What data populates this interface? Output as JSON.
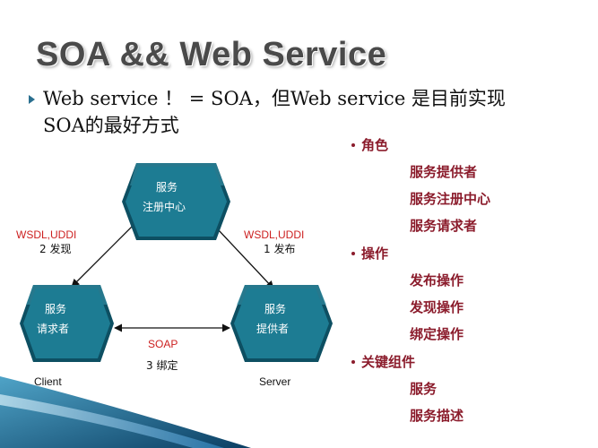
{
  "slide": {
    "title": "SOA && Web Service",
    "bullet_line1": "Web service ！ = SOA，但Web service 是目前实现",
    "bullet_line2": "SOA的最好方式"
  },
  "right_list": {
    "group1": {
      "heading": "角色",
      "items": [
        "服务提供者",
        "服务注册中心",
        "服务请求者"
      ]
    },
    "group2": {
      "heading": "操作",
      "items": [
        "发布操作",
        "发现操作",
        "绑定操作"
      ]
    },
    "group3": {
      "heading": "关键组件",
      "items": [
        "服务",
        "服务描述"
      ]
    }
  },
  "diagram": {
    "registry": {
      "line1": "服务",
      "line2": "注册中心"
    },
    "requester": {
      "line1": "服务",
      "line2": "请求者"
    },
    "provider": {
      "line1": "服务",
      "line2": "提供者"
    },
    "left_edge": {
      "protocol": "WSDL,UDDI",
      "step": "2 发现"
    },
    "right_edge": {
      "protocol": "WSDL,UDDI",
      "step": "1 发布"
    },
    "bottom_edge": {
      "protocol": "SOAP",
      "step": "3 绑定"
    },
    "client_label": "Client",
    "server_label": "Server"
  },
  "colors": {
    "hex_fill": "#1d7c93",
    "hex_dark": "#0d4f62",
    "accent_red": "#cc1f1f",
    "list_color": "#8b1c2c"
  }
}
